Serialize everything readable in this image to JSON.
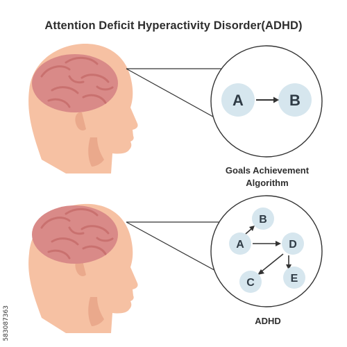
{
  "title": "Attention Deficit Hyperactivity Disorder(ADHD)",
  "top_panel": {
    "caption_line1": "Goals Achievement",
    "caption_line2": "Algorithm",
    "nodes": [
      "A",
      "B"
    ]
  },
  "bottom_panel": {
    "caption": "ADHD",
    "nodes": [
      "A",
      "B",
      "C",
      "D",
      "E"
    ]
  },
  "stock_id": "583087363",
  "colors": {
    "skin": "#f6c1a3",
    "skin_shadow": "#eaa98c",
    "brain": "#d98a88",
    "brain_dark": "#c9716f",
    "node_fill": "#d6e6ee",
    "stroke": "#333333"
  }
}
